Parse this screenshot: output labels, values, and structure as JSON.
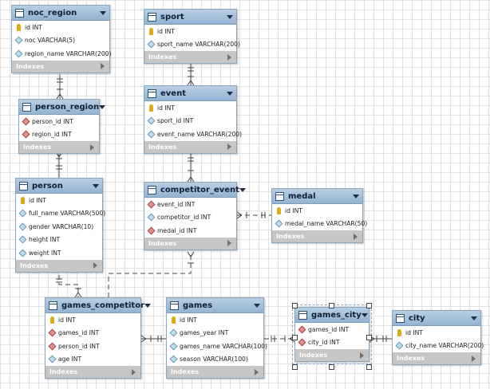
{
  "tables": [
    {
      "id": "noc_region",
      "name": "noc_region",
      "columns": [
        {
          "name": "id INT",
          "kind": "pk"
        },
        {
          "name": "noc VARCHAR(5)",
          "kind": "attr"
        },
        {
          "name": "region_name VARCHAR(200)",
          "kind": "attr"
        }
      ],
      "indexes_label": "Indexes"
    },
    {
      "id": "sport",
      "name": "sport",
      "columns": [
        {
          "name": "id INT",
          "kind": "pk"
        },
        {
          "name": "sport_name VARCHAR(200)",
          "kind": "attr"
        }
      ],
      "indexes_label": "Indexes"
    },
    {
      "id": "person_region",
      "name": "person_region",
      "columns": [
        {
          "name": "person_id INT",
          "kind": "fk"
        },
        {
          "name": "region_id INT",
          "kind": "fk"
        }
      ],
      "indexes_label": "Indexes"
    },
    {
      "id": "event",
      "name": "event",
      "columns": [
        {
          "name": "id INT",
          "kind": "pk"
        },
        {
          "name": "sport_id INT",
          "kind": "attr"
        },
        {
          "name": "event_name VARCHAR(200)",
          "kind": "attr"
        }
      ],
      "indexes_label": "Indexes"
    },
    {
      "id": "person",
      "name": "person",
      "columns": [
        {
          "name": "id INT",
          "kind": "pk"
        },
        {
          "name": "full_name VARCHAR(500)",
          "kind": "attr"
        },
        {
          "name": "gender VARCHAR(10)",
          "kind": "attr"
        },
        {
          "name": "height INT",
          "kind": "attr"
        },
        {
          "name": "weight INT",
          "kind": "attr"
        }
      ],
      "indexes_label": "Indexes"
    },
    {
      "id": "competitor_event",
      "name": "competitor_event",
      "columns": [
        {
          "name": "event_id INT",
          "kind": "fk"
        },
        {
          "name": "competitor_id INT",
          "kind": "attr"
        },
        {
          "name": "medal_id INT",
          "kind": "fk"
        }
      ],
      "indexes_label": "Indexes"
    },
    {
      "id": "medal",
      "name": "medal",
      "columns": [
        {
          "name": "id INT",
          "kind": "pk"
        },
        {
          "name": "medal_name VARCHAR(50)",
          "kind": "attr"
        }
      ],
      "indexes_label": "Indexes"
    },
    {
      "id": "games_competitor",
      "name": "games_competitor",
      "columns": [
        {
          "name": "id INT",
          "kind": "pk"
        },
        {
          "name": "games_id INT",
          "kind": "fk"
        },
        {
          "name": "person_id INT",
          "kind": "fk"
        },
        {
          "name": "age INT",
          "kind": "attr"
        }
      ],
      "indexes_label": "Indexes"
    },
    {
      "id": "games",
      "name": "games",
      "columns": [
        {
          "name": "id INT",
          "kind": "pk"
        },
        {
          "name": "games_year INT",
          "kind": "attr"
        },
        {
          "name": "games_name VARCHAR(100)",
          "kind": "attr"
        },
        {
          "name": "season VARCHAR(100)",
          "kind": "attr"
        }
      ],
      "indexes_label": "Indexes"
    },
    {
      "id": "games_city",
      "name": "games_city",
      "columns": [
        {
          "name": "games_id INT",
          "kind": "fk"
        },
        {
          "name": "city_id INT",
          "kind": "fk"
        }
      ],
      "indexes_label": "Indexes",
      "selected": true
    },
    {
      "id": "city",
      "name": "city",
      "columns": [
        {
          "name": "id INT",
          "kind": "pk"
        },
        {
          "name": "city_name VARCHAR(200)",
          "kind": "attr"
        }
      ],
      "indexes_label": "Indexes"
    }
  ],
  "relationships": [
    {
      "from": "noc_region",
      "to": "person_region",
      "style": "solid"
    },
    {
      "from": "sport",
      "to": "event",
      "style": "solid"
    },
    {
      "from": "event",
      "to": "competitor_event",
      "style": "solid"
    },
    {
      "from": "person",
      "to": "person_region",
      "style": "solid"
    },
    {
      "from": "medal",
      "to": "competitor_event",
      "style": "dashed"
    },
    {
      "from": "person",
      "to": "games_competitor",
      "style": "dashed"
    },
    {
      "from": "games_competitor",
      "to": "competitor_event",
      "style": "dashed"
    },
    {
      "from": "games",
      "to": "games_competitor",
      "style": "solid"
    },
    {
      "from": "games",
      "to": "games_city",
      "style": "dashed"
    },
    {
      "from": "city",
      "to": "games_city",
      "style": "solid"
    }
  ],
  "colors": {
    "header": "#a4c1dc",
    "line": "#444444",
    "primary_key": "#d8ac12",
    "foreign_key": "#e39090",
    "attribute": "#bde0f0",
    "indexes_bar": "#c6c6c6"
  }
}
